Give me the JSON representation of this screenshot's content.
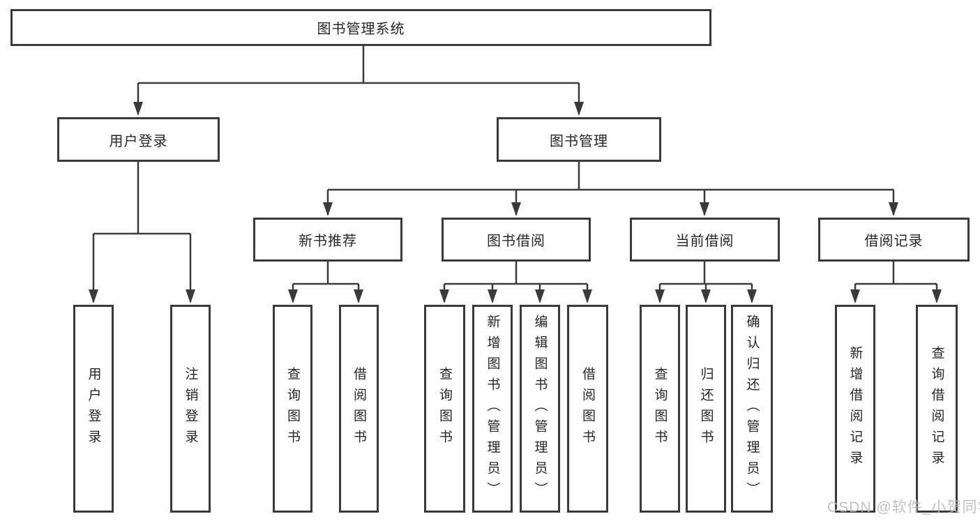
{
  "diagram_type": "hierarchy-tree",
  "tree": {
    "label": "图书管理系统",
    "children": [
      {
        "label": "用户登录",
        "children": [
          {
            "label": "用户登录"
          },
          {
            "label": "注销登录"
          }
        ]
      },
      {
        "label": "图书管理",
        "children": [
          {
            "label": "新书推荐",
            "children": [
              {
                "label": "查询图书"
              },
              {
                "label": "借阅图书"
              }
            ]
          },
          {
            "label": "图书借阅",
            "children": [
              {
                "label": "查询图书"
              },
              {
                "label": "新增图书（管理员）"
              },
              {
                "label": "编辑图书（管理员）"
              },
              {
                "label": "借阅图书"
              }
            ]
          },
          {
            "label": "当前借阅",
            "children": [
              {
                "label": "查询图书"
              },
              {
                "label": "归还图书"
              },
              {
                "label": "确认归还（管理员）"
              }
            ]
          },
          {
            "label": "借阅记录",
            "children": [
              {
                "label": "新增借阅记录"
              },
              {
                "label": "查询借阅记录"
              }
            ]
          }
        ]
      }
    ]
  },
  "watermark": {
    "text": "CSDN @软件_小贺同学"
  },
  "colors": {
    "line": "#3a3a3a",
    "text": "#262626",
    "watermark": "#b4b7bb",
    "background": "#ffffff"
  }
}
